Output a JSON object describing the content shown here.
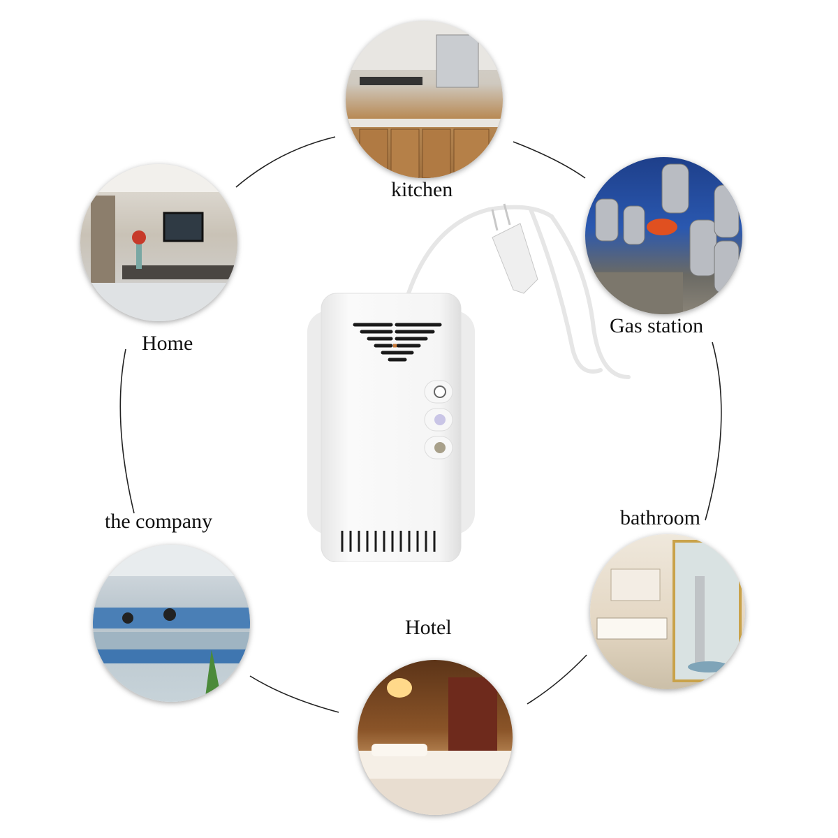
{
  "product": {
    "name": "gas detector",
    "color": "#f4f4f4",
    "vent_color": "#1a1a1a",
    "indicators": [
      "button",
      "power-led",
      "alarm-led"
    ]
  },
  "scenes": [
    {
      "id": "kitchen",
      "label": "kitchen"
    },
    {
      "id": "gas-station",
      "label": "Gas station"
    },
    {
      "id": "bathroom",
      "label": "bathroom"
    },
    {
      "id": "hotel",
      "label": "Hotel"
    },
    {
      "id": "company",
      "label": "the company"
    },
    {
      "id": "home",
      "label": "Home"
    }
  ],
  "ring": {
    "stroke": "#222222"
  }
}
